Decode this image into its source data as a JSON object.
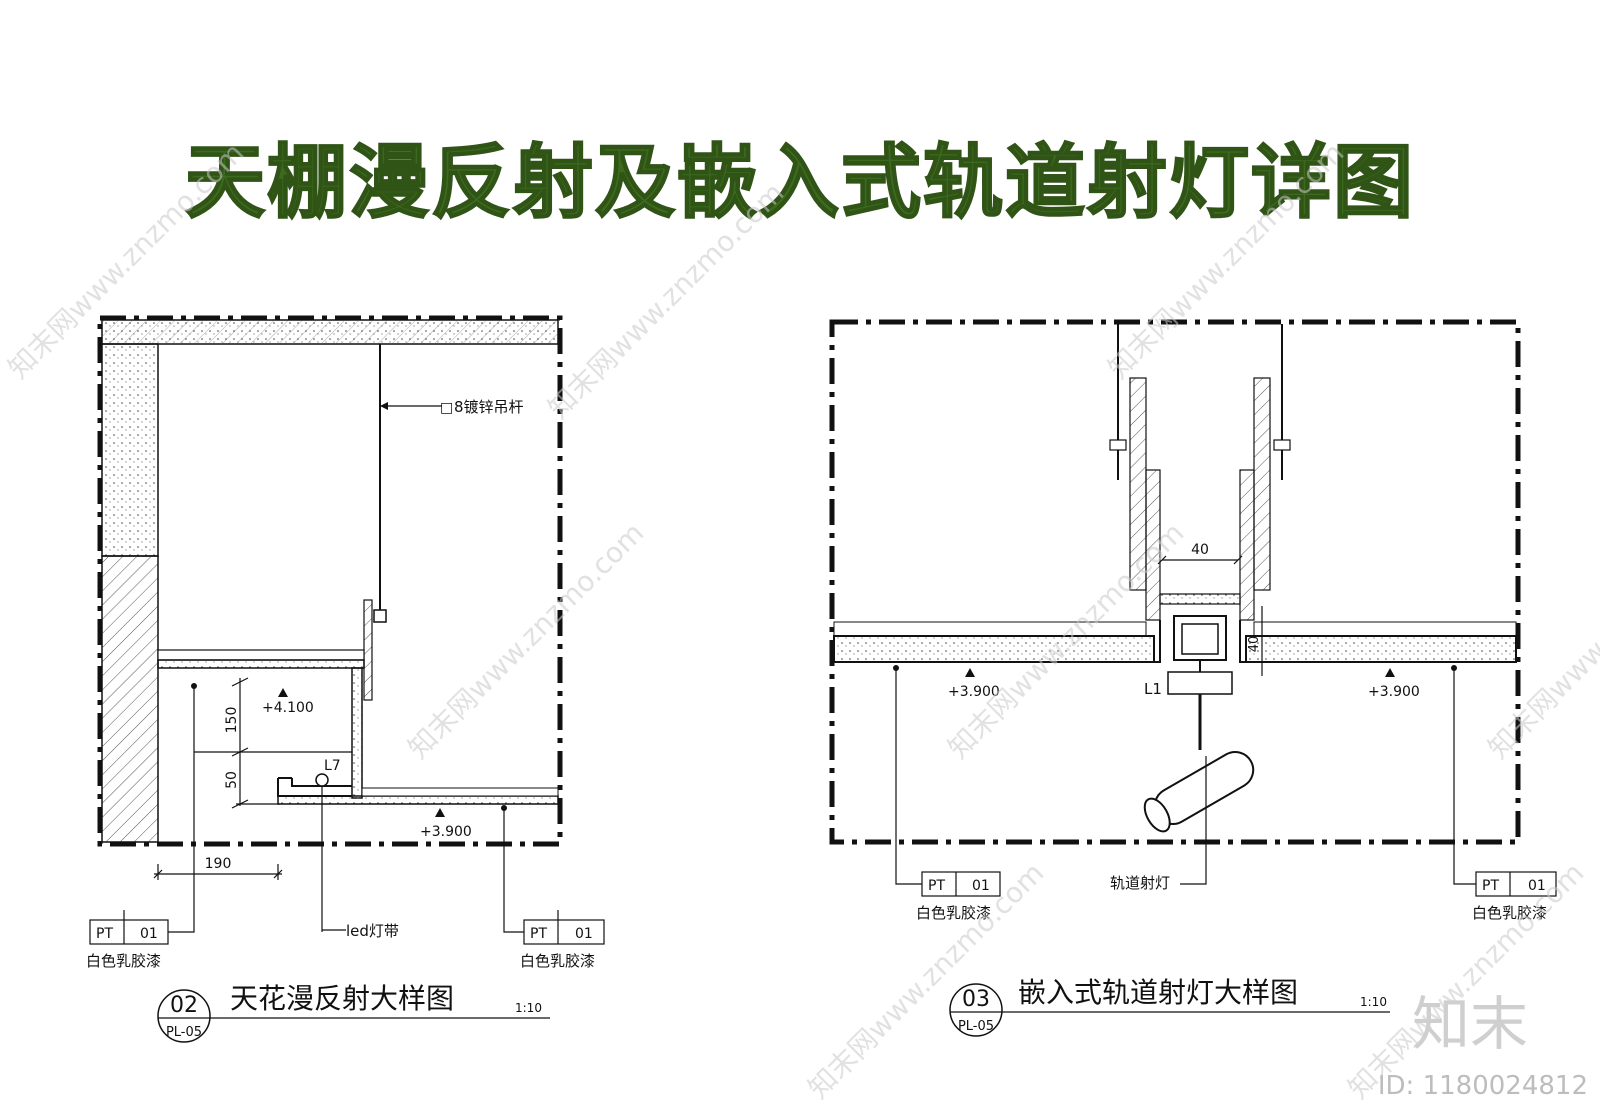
{
  "title": "天棚漫反射及嵌入式轨道射灯详图",
  "left_detail": {
    "hanger_label": "8镀锌吊杆",
    "hanger_prefix": "□",
    "elev_upper": "+4.100",
    "elev_lower": "+3.900",
    "dim_150": "150",
    "dim_50": "50",
    "dim_190": "190",
    "light_code": "L7",
    "led_label": "led灯带",
    "tag_left": {
      "code": "PT",
      "num": "01",
      "desc": "白色乳胶漆"
    },
    "tag_right": {
      "code": "PT",
      "num": "01",
      "desc": "白色乳胶漆"
    },
    "detail_no": "02",
    "sheet_ref": "PL-05",
    "detail_name": "天花漫反射大样图",
    "scale": "1:10"
  },
  "right_detail": {
    "dim_40_top": "40",
    "dim_40_side": "40",
    "elev_left": "+3.900",
    "elev_right": "+3.900",
    "light_code": "L1",
    "track_label": "轨道射灯",
    "tag_left": {
      "code": "PT",
      "num": "01",
      "desc": "白色乳胶漆"
    },
    "tag_right": {
      "code": "PT",
      "num": "01",
      "desc": "白色乳胶漆"
    },
    "detail_no": "03",
    "sheet_ref": "PL-05",
    "detail_name": "嵌入式轨道射灯大样图",
    "scale": "1:10"
  },
  "brand": "知末",
  "id_text": "ID: 1180024812",
  "watermark": "知末网www.znzmo.com",
  "colors": {
    "title_green": "#3e6a1f",
    "line": "#111111"
  }
}
